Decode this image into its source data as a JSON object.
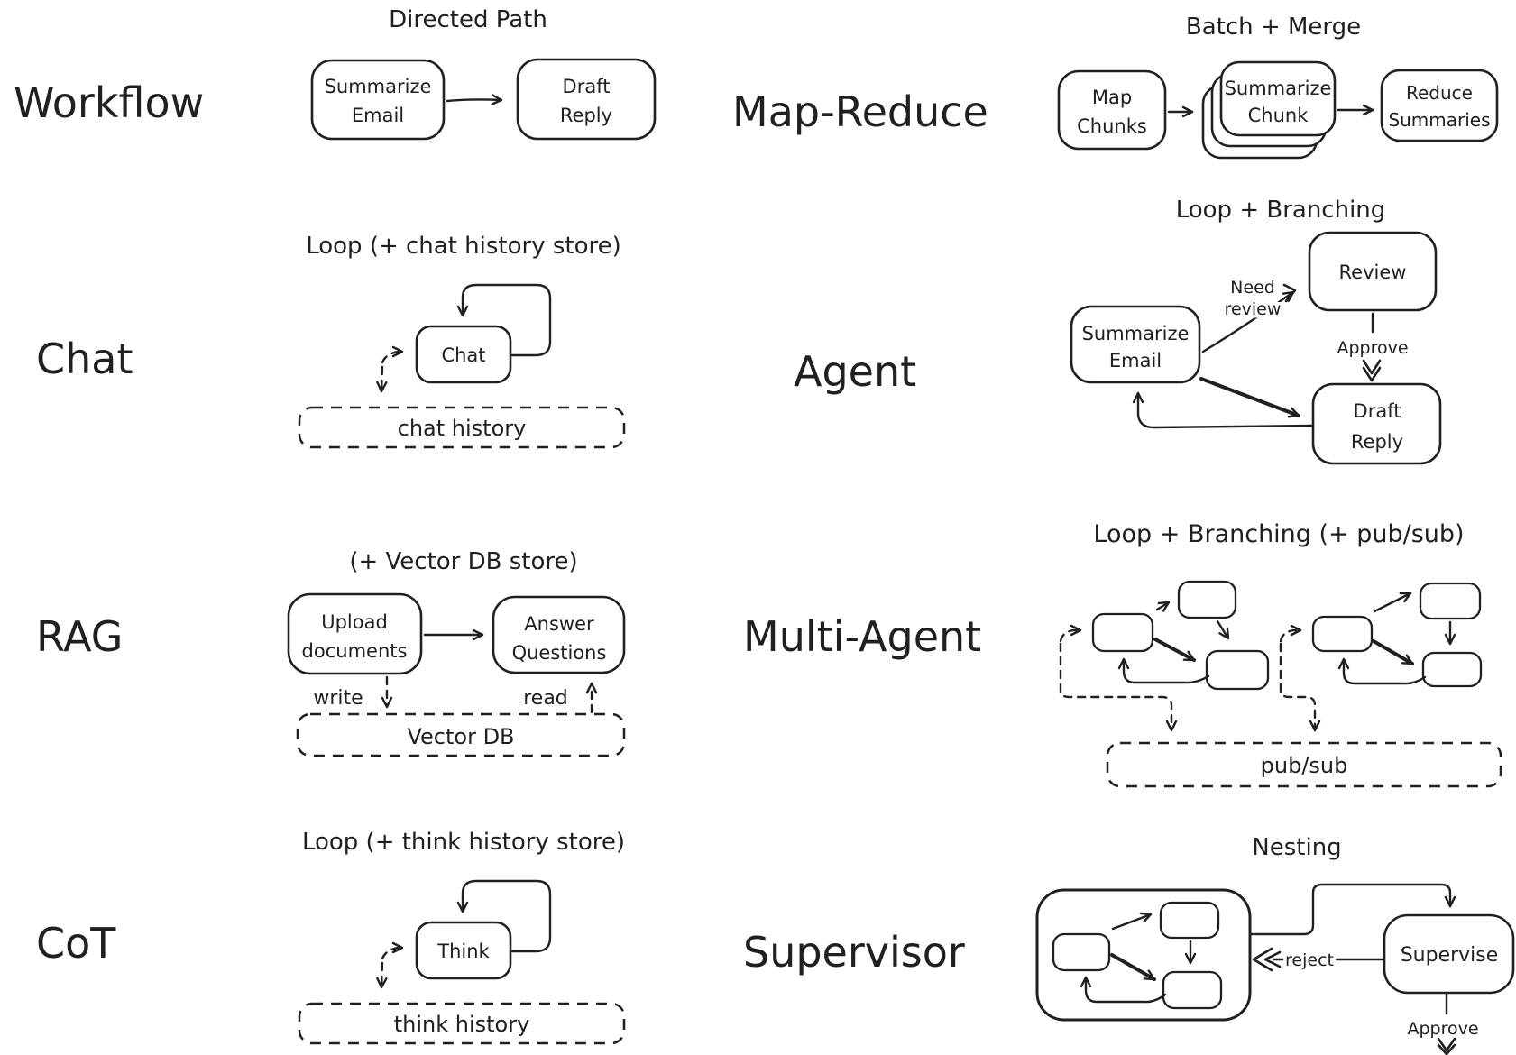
{
  "colors": {
    "ink": "#202020",
    "background": "#ffffff"
  },
  "sections": {
    "workflow": {
      "label": "Workflow",
      "title": "Directed Path",
      "node1": {
        "line1": "Summarize",
        "line2": "Email"
      },
      "node2": {
        "line1": "Draft",
        "line2": "Reply"
      }
    },
    "map_reduce": {
      "label": "Map-Reduce",
      "title": "Batch + Merge",
      "node1": {
        "line1": "Map",
        "line2": "Chunks"
      },
      "node2": {
        "line1": "Summarize",
        "line2": "Chunk"
      },
      "node3": {
        "line1": "Reduce",
        "line2": "Summaries"
      }
    },
    "chat": {
      "label": "Chat",
      "title": "Loop (+ chat history store)",
      "node": "Chat",
      "store": "chat history"
    },
    "agent": {
      "label": "Agent",
      "title": "Loop + Branching",
      "node_summarize": {
        "line1": "Summarize",
        "line2": "Email"
      },
      "node_review": "Review",
      "node_draft": {
        "line1": "Draft",
        "line2": "Reply"
      },
      "edge_need": {
        "line1": "Need",
        "line2": "review"
      },
      "edge_approve": "Approve"
    },
    "rag": {
      "label": "RAG",
      "title": "(+ Vector DB store)",
      "node1": {
        "line1": "Upload",
        "line2": "documents"
      },
      "node2": {
        "line1": "Answer",
        "line2": "Questions"
      },
      "edge_write": "write",
      "edge_read": "read",
      "store": "Vector DB"
    },
    "multi_agent": {
      "label": "Multi-Agent",
      "title": "Loop + Branching (+ pub/sub)",
      "store": "pub/sub"
    },
    "cot": {
      "label": "CoT",
      "title": "Loop (+ think history store)",
      "node": "Think",
      "store": "think history"
    },
    "supervisor": {
      "label": "Supervisor",
      "title": "Nesting",
      "node": "Supervise",
      "edge_reject": "reject",
      "edge_approve": "Approve"
    }
  }
}
